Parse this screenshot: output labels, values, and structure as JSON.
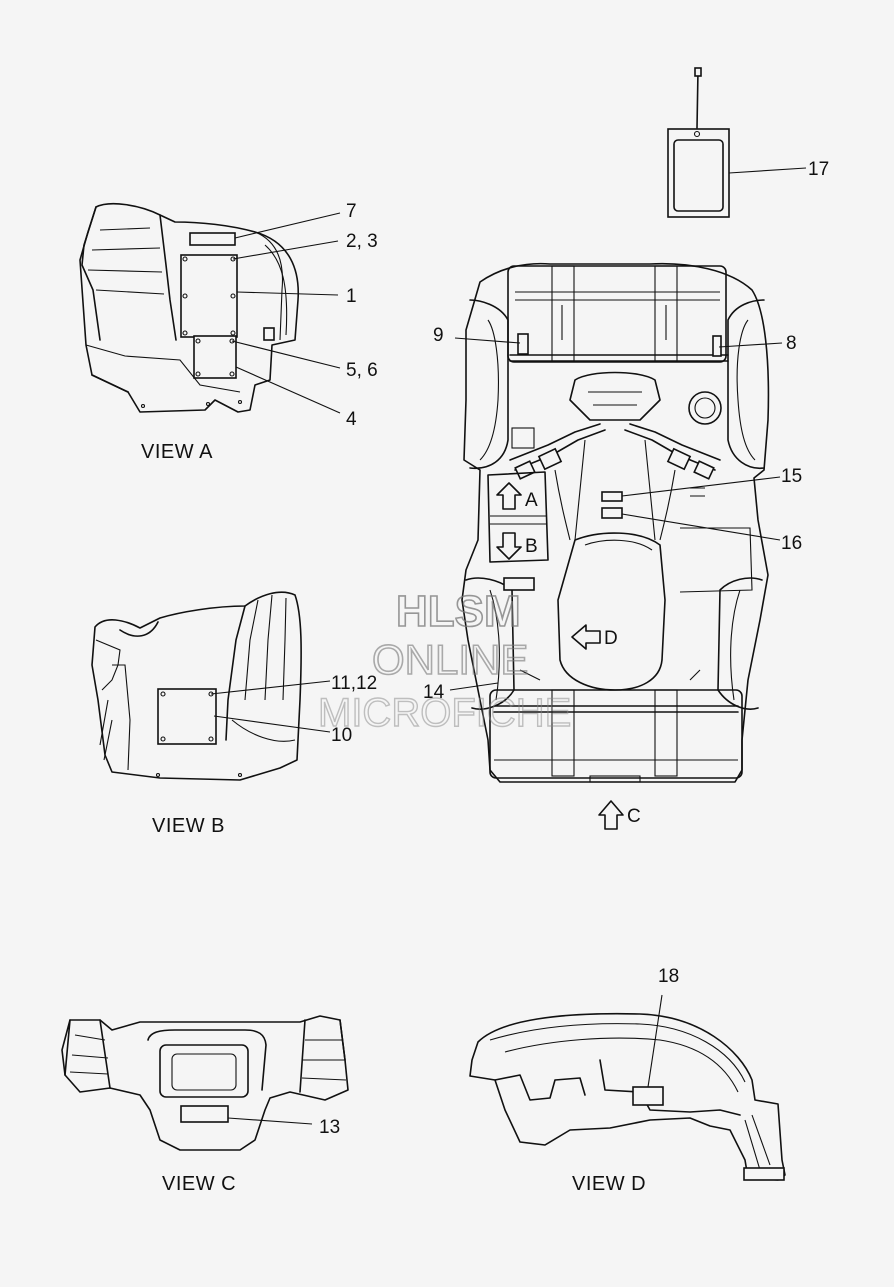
{
  "callouts": {
    "c1": "1",
    "c23": "2, 3",
    "c4": "4",
    "c56": "5, 6",
    "c7": "7",
    "c8": "8",
    "c9": "9",
    "c10": "10",
    "c1112": "11,12",
    "c13": "13",
    "c14": "14",
    "c15": "15",
    "c16": "16",
    "c17": "17",
    "c18": "18"
  },
  "views": {
    "a": "VIEW A",
    "b": "VIEW B",
    "c": "VIEW C",
    "d": "VIEW D"
  },
  "arrows": {
    "a": "A",
    "b": "B",
    "c": "C",
    "d": "D"
  },
  "watermark": {
    "line1": "HLSM",
    "line2": "ONLINE",
    "line3": "MICROFICHE"
  }
}
